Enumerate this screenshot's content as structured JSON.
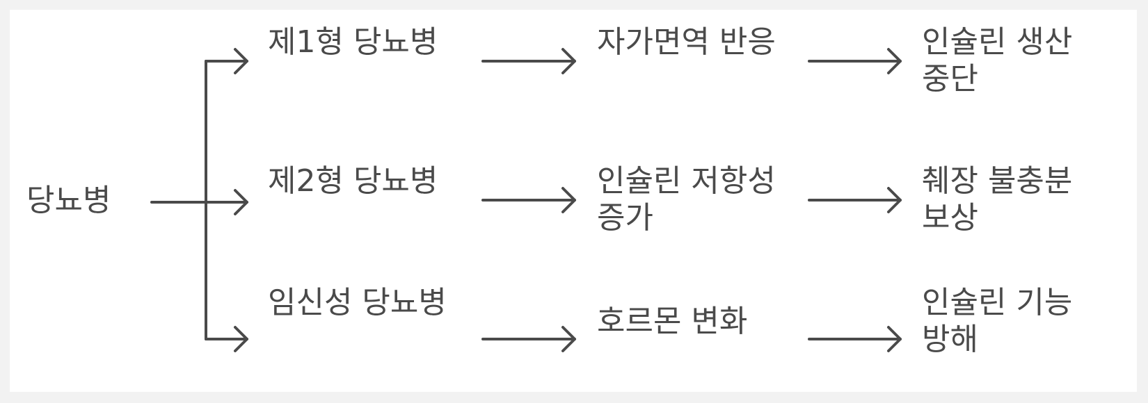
{
  "diagram": {
    "root": {
      "label": "당뇨병"
    },
    "branches": [
      {
        "type_label": "제1형 당뇨병",
        "cause_label": "자가면역 반응",
        "effect_label": "인슐린 생산 중단"
      },
      {
        "type_label": "제2형 당뇨병",
        "cause_label": "인슐린 저항성 증가",
        "effect_label": "췌장 불충분 보상"
      },
      {
        "type_label": "임신성 당뇨병",
        "cause_label": "호르몬 변화",
        "effect_label": "인슐린 기능 방해"
      }
    ]
  },
  "colors": {
    "background": "#f2f2f2",
    "card": "#ffffff",
    "text": "#4a4a4a",
    "connector": "#4a4a4a"
  }
}
